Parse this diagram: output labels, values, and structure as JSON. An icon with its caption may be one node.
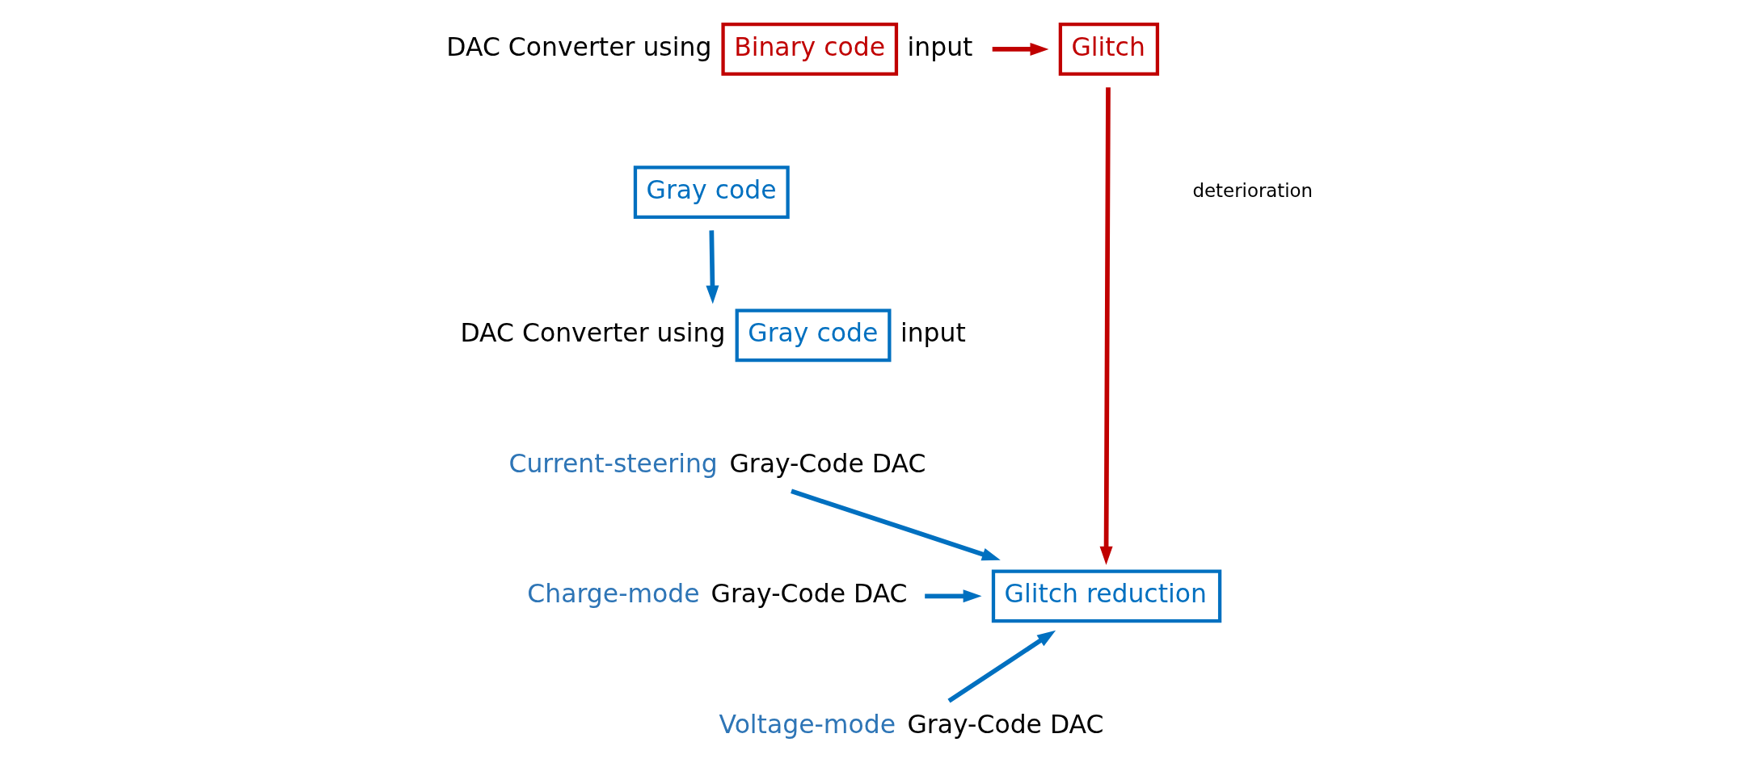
{
  "diagram": {
    "nodes": [
      {
        "text": [
          "Binary code"
        ],
        "beside": [
          "DAC Converter using",
          "input"
        ]
      },
      {
        "text": [
          "Glitch"
        ]
      },
      {
        "text": [
          "Gray code"
        ]
      },
      {
        "text": [
          "Gray code"
        ],
        "beside": [
          "DAC Converter using",
          "input"
        ]
      },
      {
        "text": [
          "Glitch reduction"
        ]
      },
      {
        "text": [
          "Current-steering",
          "Gray-Code DAC"
        ]
      },
      {
        "text": [
          "Charge-mode",
          "Gray-Code DAC"
        ]
      },
      {
        "text": [
          "Voltage-mode",
          "Gray-Code DAC"
        ]
      }
    ],
    "edges": [
      {
        "from": 0,
        "to": 1,
        "arrow": "to",
        "color": "#c00000"
      },
      {
        "from": 1,
        "to": 4,
        "arrow": "to",
        "color": "#c00000"
      },
      {
        "from": 2,
        "to": 3,
        "arrow": "to",
        "color": "#0070c0"
      },
      {
        "from": 5,
        "to": 4,
        "arrow": "to",
        "color": "#0070c0"
      },
      {
        "from": 6,
        "to": 4,
        "arrow": "to",
        "color": "#0070c0"
      },
      {
        "from": 7,
        "to": 4,
        "arrow": "to",
        "color": "#0070c0"
      }
    ],
    "labels": [
      "deterioration"
    ]
  }
}
